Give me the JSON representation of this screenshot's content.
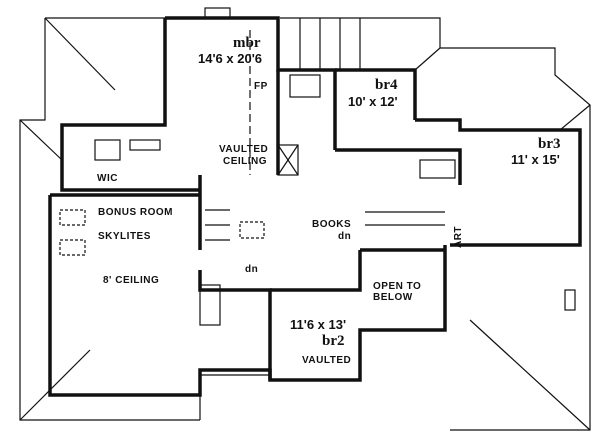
{
  "rooms": {
    "mbr": {
      "name": "mbr",
      "size": "14'6 x 20'6",
      "fp": "FP"
    },
    "br4": {
      "name": "br4",
      "size": "10' x 12'"
    },
    "br3": {
      "name": "br3",
      "size": "11' x 15'"
    },
    "br2": {
      "name": "br2",
      "size": "11'6 x 13'",
      "ceiling": "VAULTED"
    },
    "wic": {
      "name": "WIC"
    },
    "bonus": {
      "name": "BONUS ROOM",
      "skylites": "SKYLITES",
      "ceiling": "8' CEILING"
    }
  },
  "annotations": {
    "vaulted_1": "VAULTED",
    "vaulted_2": "CEILING",
    "books": "BOOKS",
    "dn_1": "dn",
    "dn_2": "dn",
    "art": "ART",
    "open_1": "OPEN TO",
    "open_2": "BELOW"
  },
  "colors": {
    "line": "#111111",
    "background": "#ffffff"
  }
}
